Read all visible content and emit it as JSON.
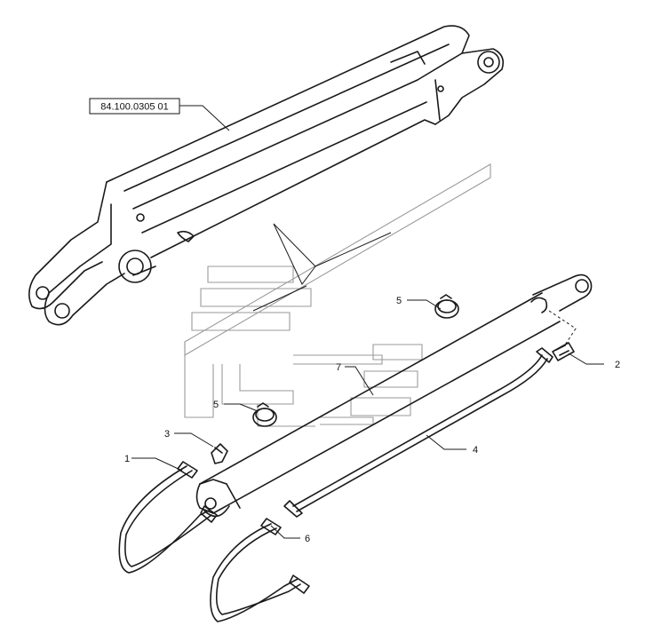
{
  "reference_box": {
    "text": "84.100.0305 01"
  },
  "callouts": [
    {
      "id": "1",
      "text": "1"
    },
    {
      "id": "2",
      "text": "2"
    },
    {
      "id": "3",
      "text": "3"
    },
    {
      "id": "4",
      "text": "4"
    },
    {
      "id": "5a",
      "text": "5"
    },
    {
      "id": "5b",
      "text": "5"
    },
    {
      "id": "6",
      "text": "6"
    },
    {
      "id": "7",
      "text": "7"
    }
  ],
  "icons": [
    "boom-arm",
    "hydraulic-cylinder",
    "hose-clamp",
    "elbow-fitting",
    "adapter-fitting",
    "steel-pipe",
    "hose",
    "watermark-logo"
  ]
}
